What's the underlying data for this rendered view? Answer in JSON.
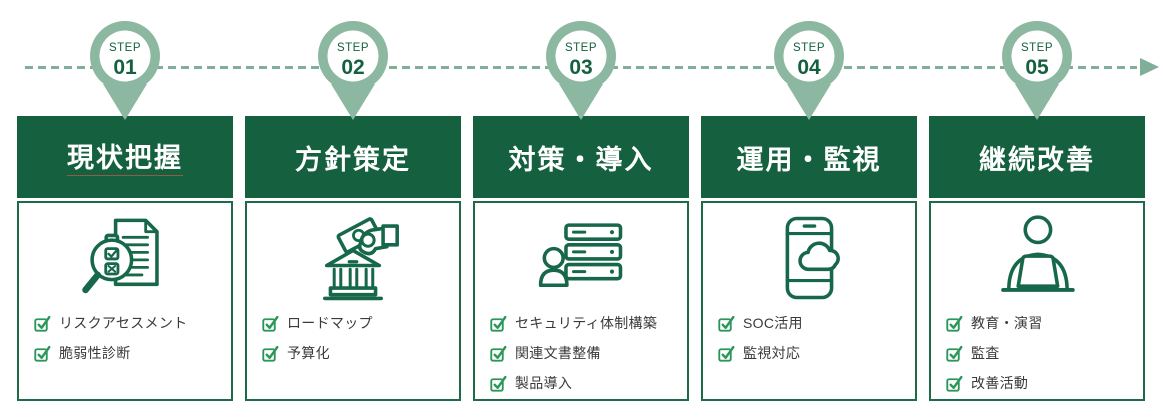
{
  "colors": {
    "dark_green": "#15603E",
    "sage": "#8CB8A1",
    "dash_green": "#7FAE99",
    "icon_green": "#17684A",
    "check_green": "#2B9659",
    "item_text": "#3A3A3A",
    "border_green": "#1E6B49"
  },
  "timeline": {
    "step_label": "STEP"
  },
  "steps": [
    {
      "number": "01",
      "title": "現状把握",
      "title_underline": true,
      "icon": "magnifier-document-icon",
      "items": [
        "リスクアセスメント",
        "脆弱性診断"
      ]
    },
    {
      "number": "02",
      "title": "方針策定",
      "title_underline": false,
      "icon": "bank-investment-icon",
      "items": [
        "ロードマップ",
        "予算化"
      ]
    },
    {
      "number": "03",
      "title": "対策・導入",
      "title_underline": false,
      "icon": "servers-person-icon",
      "items": [
        "セキュリティ体制構築",
        "関連文書整備",
        "製品導入"
      ]
    },
    {
      "number": "04",
      "title": "運用・監視",
      "title_underline": false,
      "icon": "phone-cloud-icon",
      "items": [
        "SOC活用",
        "監視対応"
      ]
    },
    {
      "number": "05",
      "title": "継続改善",
      "title_underline": false,
      "icon": "person-laptop-icon",
      "items": [
        "教育・演習",
        "監査",
        "改善活動"
      ]
    }
  ]
}
